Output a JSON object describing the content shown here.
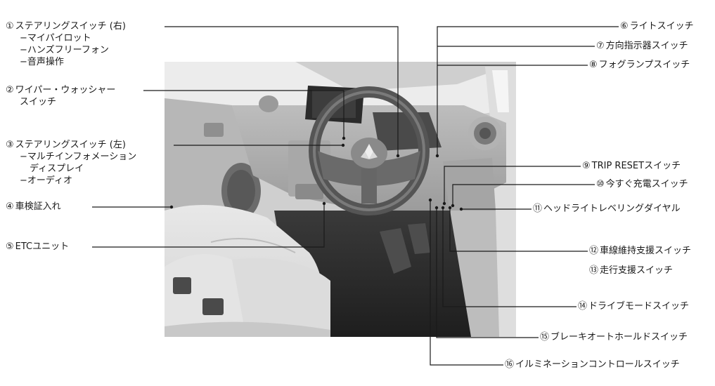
{
  "left_callouts": [
    {
      "num": "①",
      "text": "ステアリングスイッチ (右)",
      "subs": [
        "−マイパイロット",
        "−ハンズフリーフォン",
        "−音声操作"
      ]
    },
    {
      "num": "②",
      "text": "ワイパー・ウォッシャー",
      "subs": [
        "スイッチ"
      ]
    },
    {
      "num": "③",
      "text": "ステアリングスイッチ (左)",
      "subs": [
        "−マルチインフォメーション",
        "ディスプレイ",
        "−オーディオ"
      ]
    },
    {
      "num": "④",
      "text": "車検証入れ",
      "subs": []
    },
    {
      "num": "⑤",
      "text": "ETCユニット",
      "subs": []
    }
  ],
  "right_callouts": [
    {
      "num": "⑥",
      "text": "ライトスイッチ"
    },
    {
      "num": "⑦",
      "text": "方向指示器スイッチ"
    },
    {
      "num": "⑧",
      "text": "フォグランプスイッチ"
    },
    {
      "num": "⑨",
      "text": "TRIP RESETスイッチ"
    },
    {
      "num": "⑩",
      "text": "今すぐ充電スイッチ"
    },
    {
      "num": "⑪",
      "text": "ヘッドライトレベリングダイヤル"
    },
    {
      "num": "⑫",
      "text": "車線維持支援スイッチ"
    },
    {
      "num": "⑬",
      "text": "走行支援スイッチ"
    },
    {
      "num": "⑭",
      "text": "ドライブモードスイッチ"
    },
    {
      "num": "⑮",
      "text": "ブレーキオートホールドスイッチ"
    },
    {
      "num": "⑯",
      "text": "イルミネーションコントロールスイッチ"
    }
  ]
}
